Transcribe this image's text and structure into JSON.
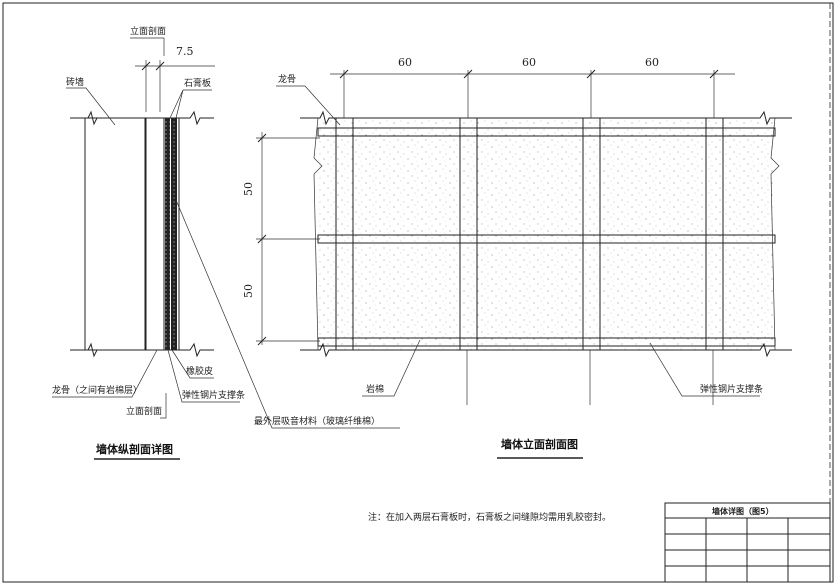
{
  "section_detail": {
    "title": "墙体纵剖面详图",
    "label_elevation_section_top": "立面剖面",
    "dimension_gap": "7.5",
    "label_brick_wall": "砖墙",
    "label_gypsum_board": "石膏板",
    "label_stud": "龙骨（之间有岩棉层）",
    "label_elevation_section_bottom": "立面剖面",
    "label_rubber": "橡胶皮",
    "label_spring_steel": "弹性钢片支撑条",
    "label_outer_absorber": "最外层吸音材料（玻璃纤维棉）"
  },
  "elevation": {
    "title": "墙体立面剖面图",
    "label_stud": "龙骨",
    "horizontal_dims": [
      "60",
      "60",
      "60"
    ],
    "vertical_dims": [
      "50",
      "50"
    ],
    "label_rockwool": "岩棉",
    "label_spring_steel": "弹性钢片支撑条"
  },
  "note": "注：在加入两层石膏板时，石膏板之间缝隙均需用乳胶密封。",
  "title_block": {
    "title": "墙体详图（图5）"
  },
  "colors": {
    "line": "#222222",
    "background": "#ffffff"
  }
}
